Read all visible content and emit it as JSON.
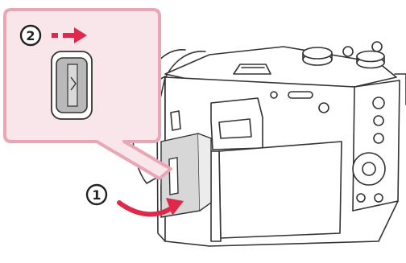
{
  "diagram": {
    "steps": [
      {
        "label": "1",
        "description_shown": ""
      },
      {
        "label": "2",
        "description_shown": ""
      }
    ],
    "colors": {
      "callout_border": "#e9a6b4",
      "callout_fill": "#f9e6ea",
      "highlight_fill": "#f3c4cc",
      "arrow": "#e0284a",
      "line": "#333333",
      "door": "#d7d7d7"
    },
    "icons": [
      "camera-body",
      "memory-card-door",
      "push-arrow",
      "open-arrow"
    ]
  }
}
